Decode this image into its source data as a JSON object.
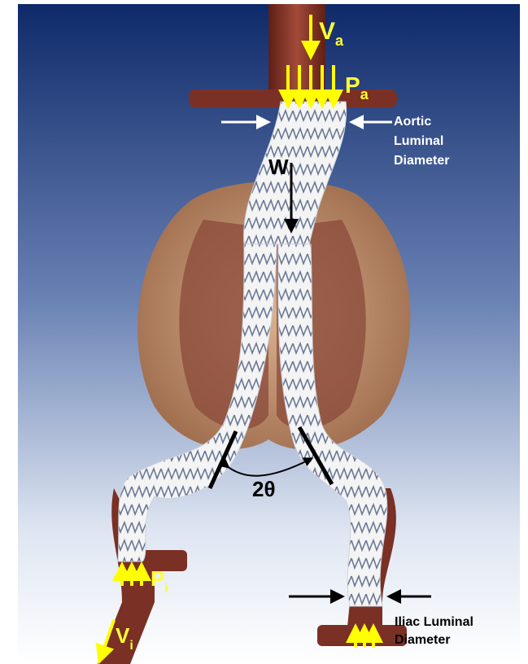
{
  "labels": {
    "va_main": "V",
    "va_sub": "a",
    "pa_main": "P",
    "pa_sub": "a",
    "w": "W",
    "aortic_line1": "Aortic",
    "aortic_line2": "Luminal",
    "aortic_line3": "Diameter",
    "angle": "2θ",
    "pi_main": "P",
    "pi_sub": "i",
    "vi_main": "V",
    "vi_sub": "i",
    "iliac_line1": "Iliac Luminal",
    "iliac_line2": "Diameter"
  },
  "colors": {
    "background_top": "#0f2a6a",
    "background_bottom": "#ffffff",
    "vessel": "#8c3a2c",
    "vessel_dark": "#5e1f16",
    "sac": "#c79876",
    "stent_graft": "#f4f4f4",
    "stent_wire": "#6a7896",
    "force_arrow": "#ffff00",
    "white_arrow": "#ffffff",
    "black_arrow": "#000000"
  }
}
